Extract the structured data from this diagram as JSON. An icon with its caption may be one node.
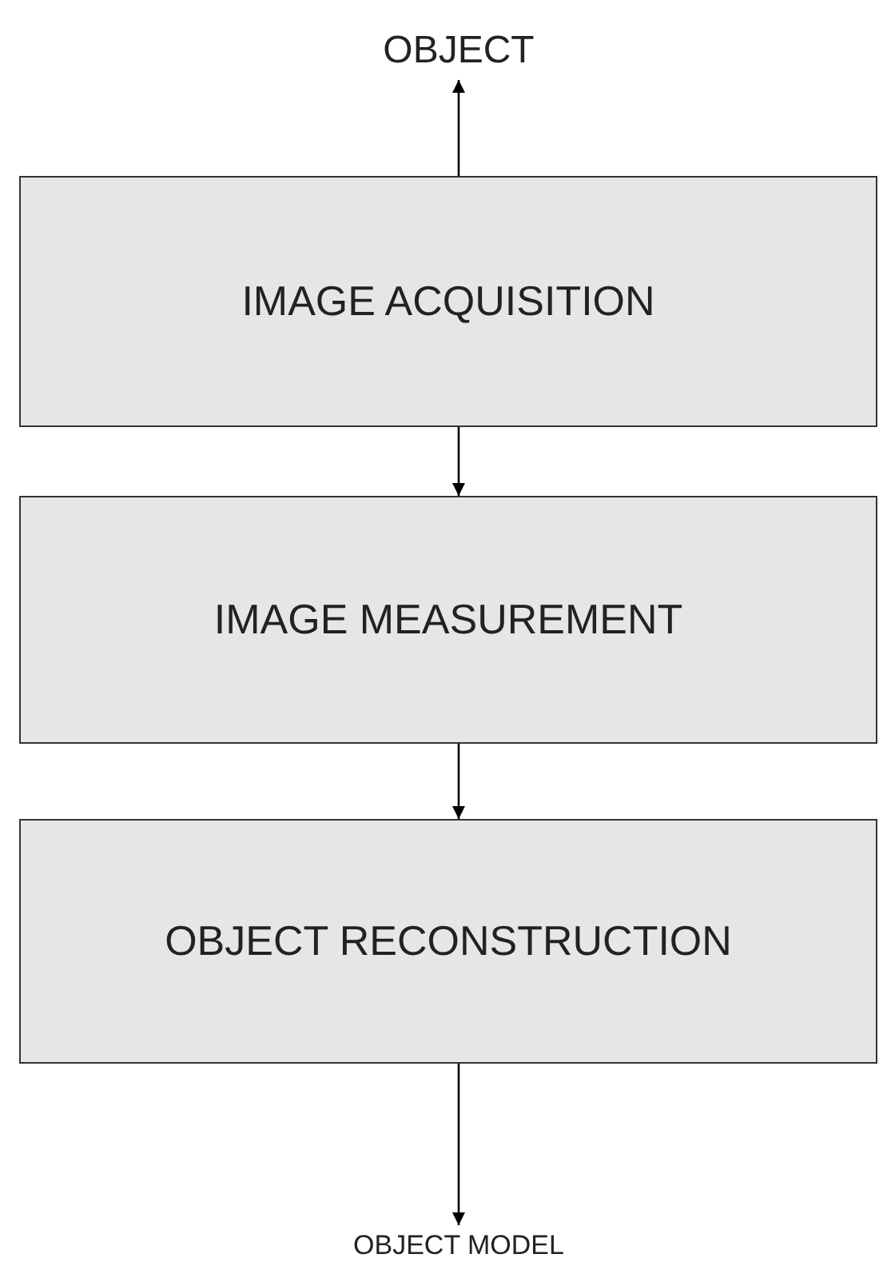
{
  "diagram": {
    "nodes": [
      {
        "text": [
          "OBJECT"
        ]
      },
      {
        "text": [
          "IMAGE ACQUISITION"
        ]
      },
      {
        "text": [
          "IMAGE MEASUREMENT"
        ]
      },
      {
        "text": [
          "OBJECT RECONSTRUCTION"
        ]
      },
      {
        "text": [
          "OBJECT MODEL"
        ]
      }
    ],
    "edges": [
      {
        "from": 1,
        "to": 0,
        "arrow": "to"
      },
      {
        "from": 1,
        "to": 2,
        "arrow": "to"
      },
      {
        "from": 2,
        "to": 3,
        "arrow": "to"
      },
      {
        "from": 3,
        "to": 4,
        "arrow": "to"
      }
    ]
  }
}
